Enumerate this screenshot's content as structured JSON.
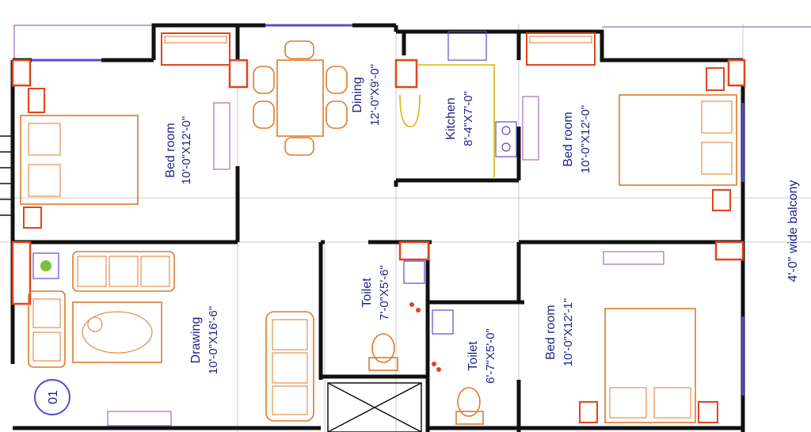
{
  "flat_number": "01",
  "rooms": {
    "bed_room_1": {
      "name": "Bed room",
      "dims": "10'-0\"X12'-0\""
    },
    "dining": {
      "name": "Dining",
      "dims": "12'-0\"X9'-0\""
    },
    "kitchen": {
      "name": "Kitchen",
      "dims": "8'-4\"X7'-0\""
    },
    "bed_room_2": {
      "name": "Bed room",
      "dims": "10'-0\"X12'-0\""
    },
    "drawing": {
      "name": "Drawing",
      "dims": "10'-0\"X16'-6\""
    },
    "toilet_1": {
      "name": "Toilet",
      "dims": "7'-0\"X5'-6\""
    },
    "toilet_2": {
      "name": "Toilet",
      "dims": "6'-7\"X5'-0\""
    },
    "bed_room_3": {
      "name": "Bed room",
      "dims": "10'-0\"X12'-1\""
    },
    "balcony": {
      "name": "4'-0\" wide balcony"
    }
  },
  "colors": {
    "wall": "#111111",
    "label": "#1e1f8a",
    "furniture": "#e07a2a",
    "column": "#e2441c",
    "window": "#5a4bd1",
    "kitchen_counter": "#d9b400"
  }
}
